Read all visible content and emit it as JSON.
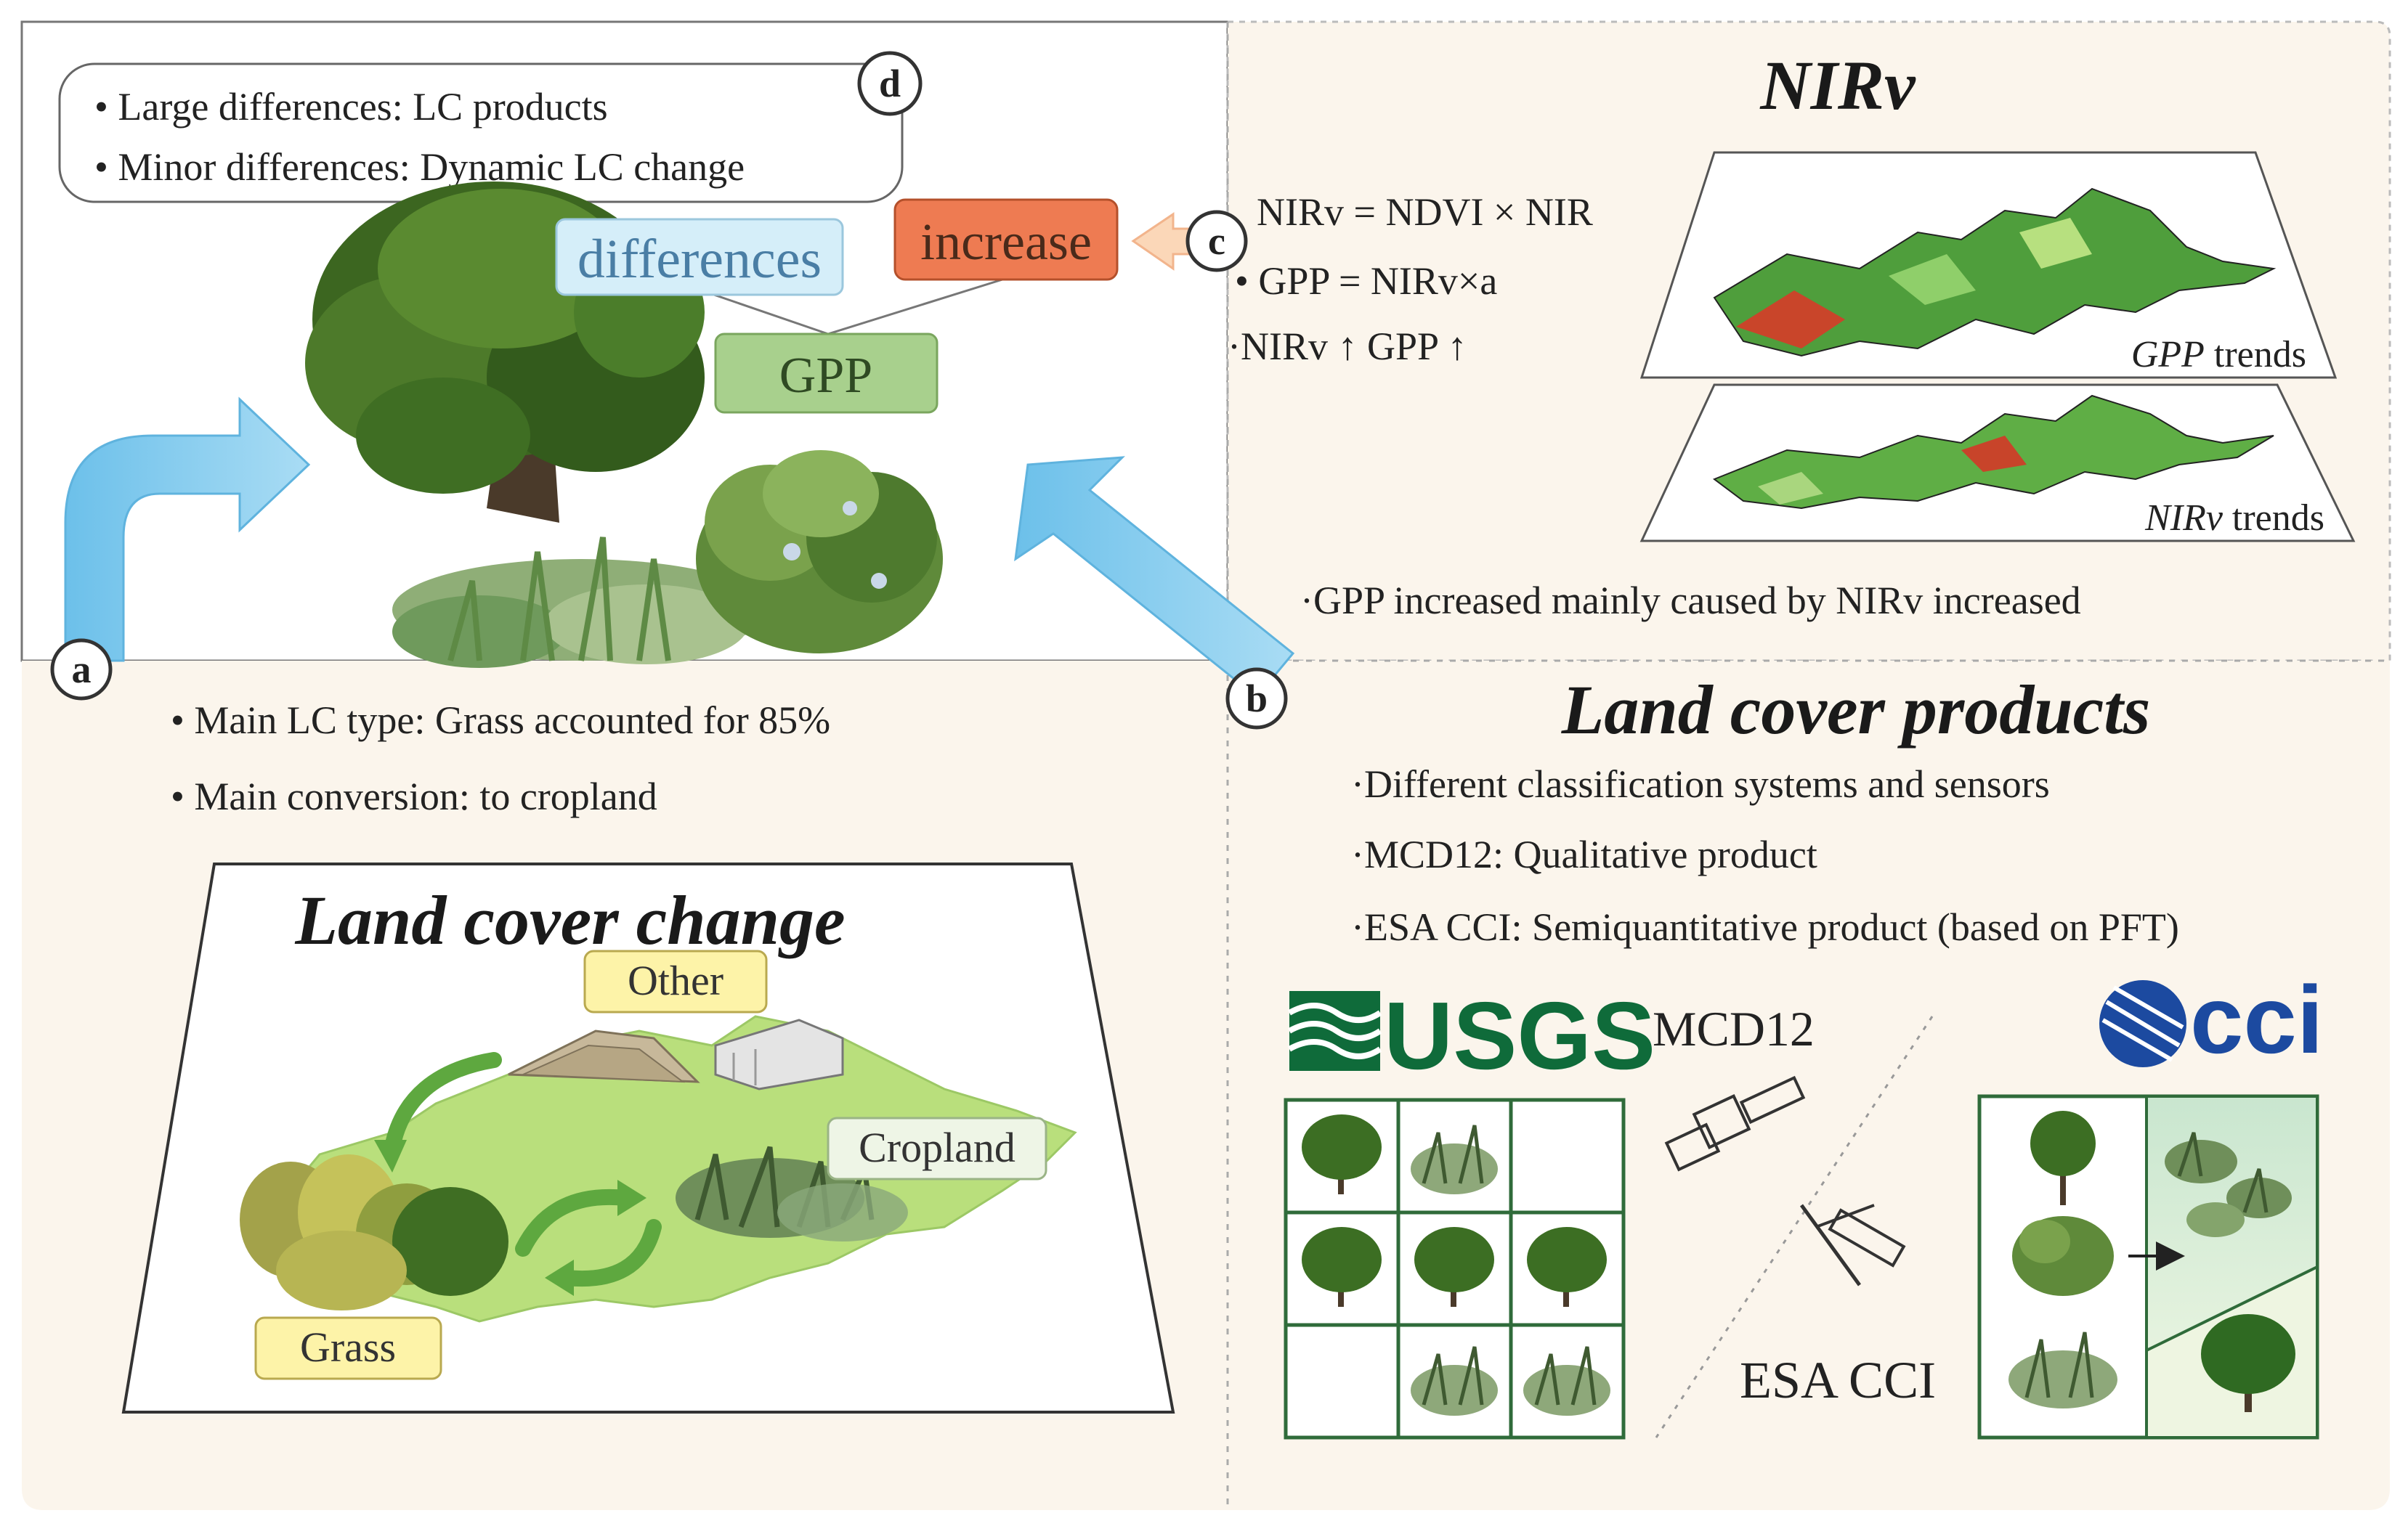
{
  "panel_d": {
    "label": "d",
    "bullet1": "• Large differences: LC products",
    "bullet2": "• Minor differences: Dynamic LC change"
  },
  "center": {
    "differences": "differences",
    "increase": "increase",
    "gpp": "GPP"
  },
  "labels": {
    "a": "a",
    "b": "b",
    "c": "c"
  },
  "nirv": {
    "title": "NIRv",
    "formula": "NIRv = NDVI × NIR",
    "gpp_formula": "• GPP = NIRv×a",
    "relation": "·NIRv ↑ GPP ↑",
    "gpp_map_gpp": "GPP",
    "gpp_map_trends": " trends",
    "nirv_map_nirv": "NIRv",
    "nirv_map_trends": " trends",
    "conclusion": "·GPP increased mainly caused by NIRv increased"
  },
  "lc_change": {
    "bullet1": "• Main  LC type: Grass accounted for 85%",
    "bullet2": "• Main  conversion: to cropland",
    "title": "Land cover change",
    "other": "Other",
    "cropland": "Cropland",
    "grass": "Grass"
  },
  "lc_products": {
    "title": "Land cover products",
    "line1": "·Different classification systems and sensors",
    "line2": "·MCD12: Qualitative product",
    "line3": "·ESA CCI: Semiquantitative product (based on PFT)",
    "usgs": "USGS",
    "mcd12": "MCD12",
    "cci": "cci",
    "esa_cci": "ESA CCI"
  },
  "colors": {
    "panel_bg": "#fbf5ec",
    "differences_box": "#d5eef9",
    "increase_box": "#ee7b52",
    "gpp_box": "#a8d08d",
    "label_box": "#fdf3a8",
    "usgs_green": "#0f6b3a",
    "cci_blue": "#1c4aa0",
    "arrow_blue": "#8fd0ef",
    "land_green": "#b9df7c"
  }
}
